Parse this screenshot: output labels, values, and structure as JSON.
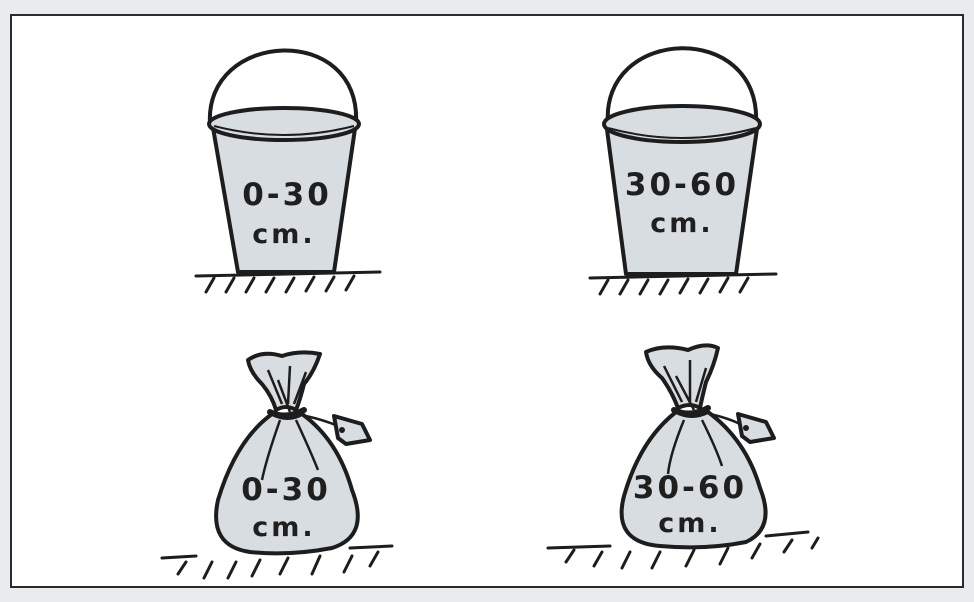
{
  "samples": [
    {
      "container": "bucket",
      "depth_range": "0-30",
      "unit": "cm."
    },
    {
      "container": "bucket",
      "depth_range": "30-60",
      "unit": "cm."
    },
    {
      "container": "bag",
      "depth_range": "0-30",
      "unit": "cm."
    },
    {
      "container": "bag",
      "depth_range": "30-60",
      "unit": "cm."
    }
  ],
  "colors": {
    "fill": "#d8dde2",
    "outline": "#1d1d1d",
    "background": "#ffffff",
    "page": "#e9ecee"
  },
  "icons": [
    "bucket-icon",
    "sample-bag-icon",
    "ground-hatch-icon",
    "label-tag-icon"
  ]
}
